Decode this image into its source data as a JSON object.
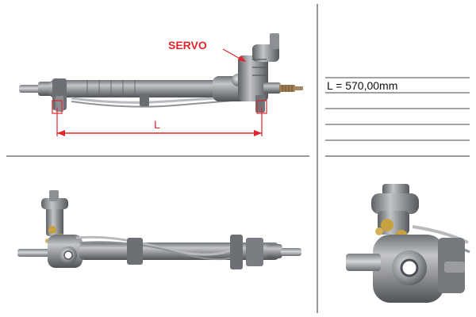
{
  "top_panel": {
    "servo_label": "SERVO",
    "length_label": "L"
  },
  "spec": {
    "length_text": "L = 570,00mm"
  },
  "colors": {
    "annotation": "#e0262c",
    "divider": "#333333",
    "part_body": "#9a9c9f",
    "part_dark": "#55585c",
    "part_light": "#c9cbce",
    "fitting_brass": "#c8a240",
    "thread_bronze": "#9b7a52"
  }
}
